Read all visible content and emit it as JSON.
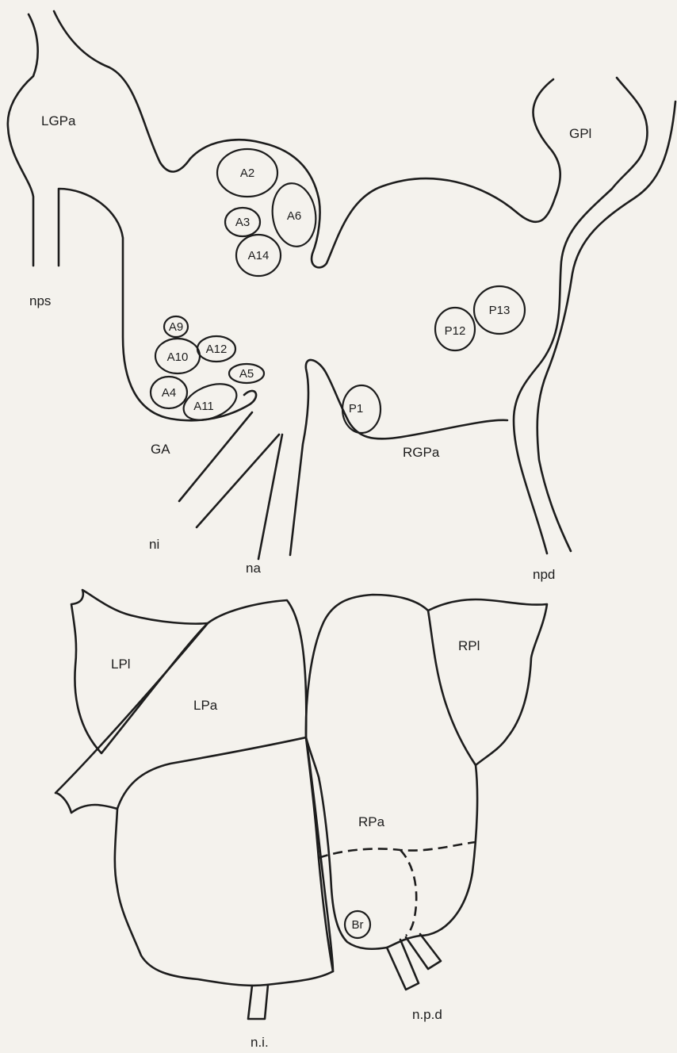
{
  "top_diagram": {
    "region_labels": {
      "LGPa": "LGPa",
      "GPl": "GPl",
      "GA": "GA",
      "RGPa": "RGPa"
    },
    "nerve_labels": {
      "nps": "nps",
      "ni": "ni",
      "na": "na",
      "npd": "npd"
    },
    "cell_labels": {
      "A2": "A2",
      "A3": "A3",
      "A6": "A6",
      "A14": "A14",
      "A9": "A9",
      "A10": "A10",
      "A12": "A12",
      "A5": "A5",
      "A4": "A4",
      "A11": "A11",
      "P1": "P1",
      "P12": "P12",
      "P13": "P13"
    }
  },
  "bottom_diagram": {
    "region_labels": {
      "LPl": "LPl",
      "LPa": "LPa",
      "RPl": "RPl",
      "RPa": "RPa",
      "Br": "Br"
    },
    "nerve_labels": {
      "ni": "n.i.",
      "npd": "n.p.d"
    }
  }
}
